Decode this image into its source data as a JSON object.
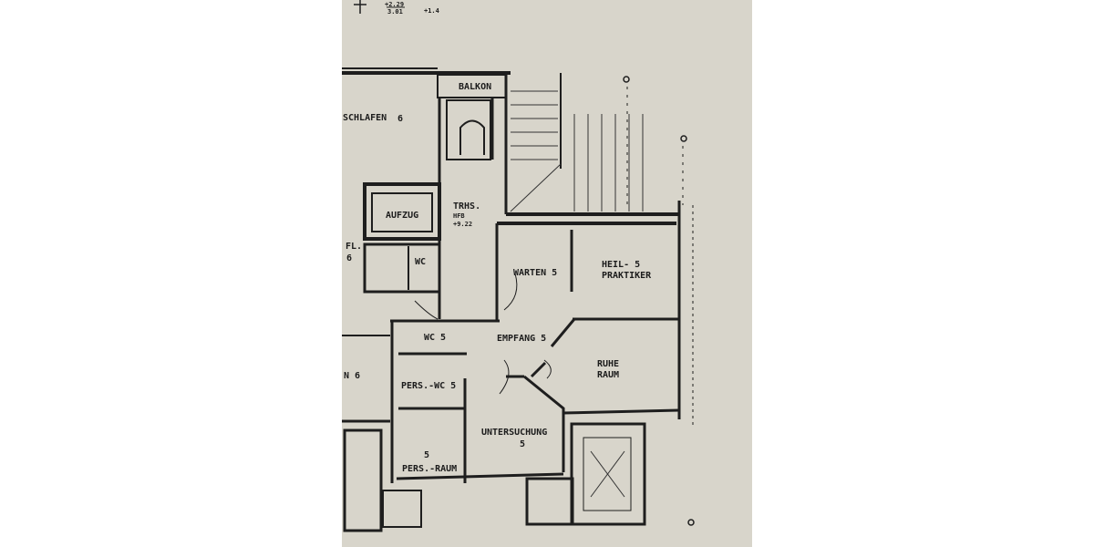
{
  "plan": {
    "paper_color": "#d8d5cb",
    "ink_color": "#1e1e1e",
    "top_marks": [
      "+2.29",
      "3.01",
      "+1.4"
    ],
    "rooms": {
      "balkon": "BALKON",
      "schlafen": "SCHLAFEN",
      "schlafen_mark": "6",
      "aufzug": "AUFZUG",
      "trhs": "TRHS.",
      "trhs_sub1": "HFB",
      "trhs_sub2": "+9.22",
      "fl": "FL.",
      "fl_mark": "6",
      "wc": "WC",
      "warten": "WARTEN 5",
      "heil1": "HEIL-  5",
      "heil2": "PRAKTIKER",
      "empfang": "EMPFANG 5",
      "wcs": "WC 5",
      "left_room": "N 6",
      "ruhe1": "RUHE",
      "ruhe2": "RAUM",
      "pers_wcs": "PERS.-WC 5",
      "untersuchung": "UNTERSUCHUNG",
      "untersuchung_mark": "5",
      "pers_raum": "PERS.-RAUM",
      "pers_raum_mark": "5"
    }
  }
}
